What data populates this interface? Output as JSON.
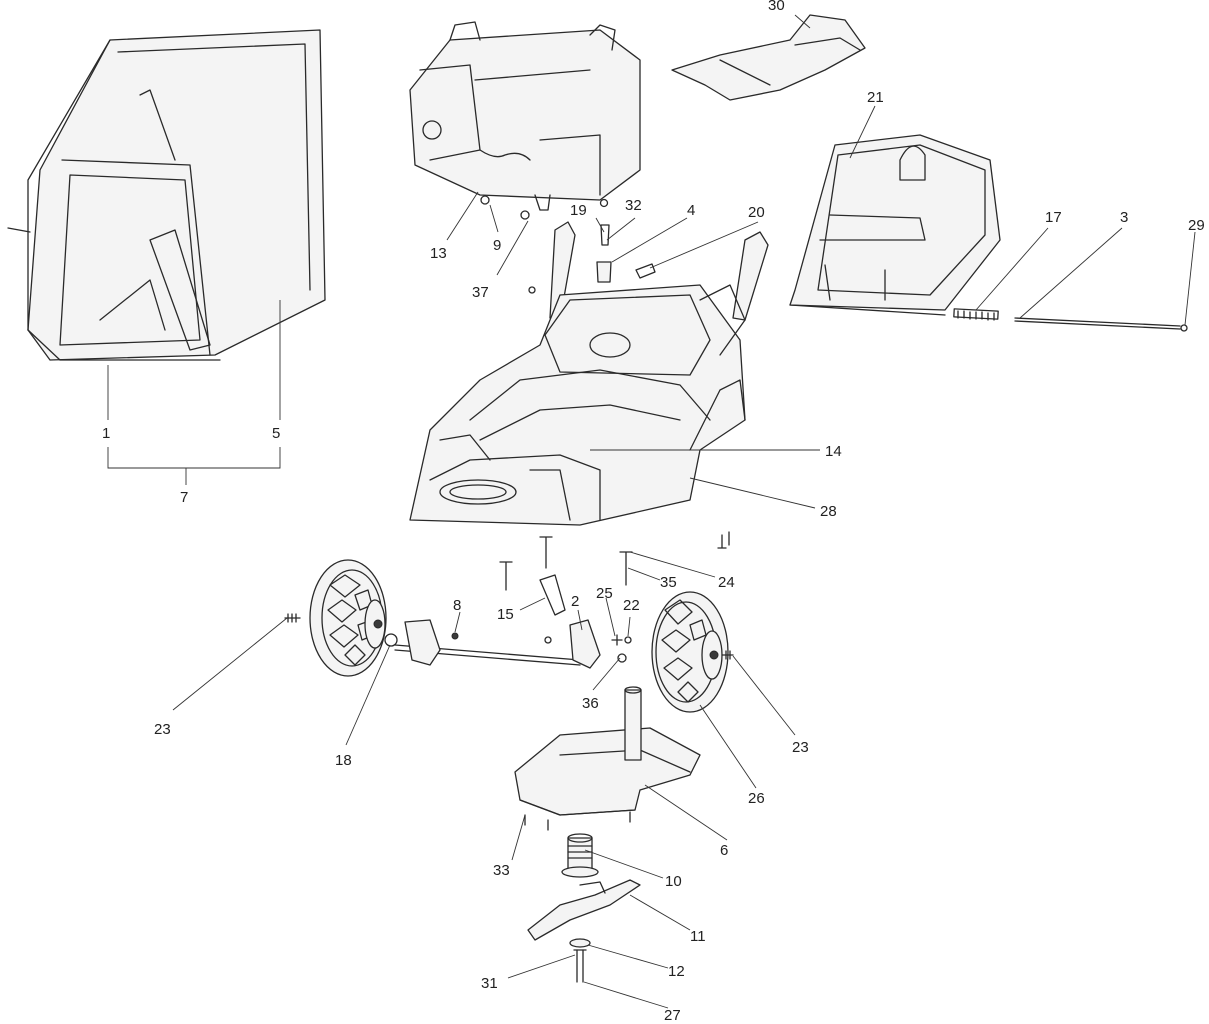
{
  "callouts": {
    "c1": "1",
    "c2": "2",
    "c3": "3",
    "c4": "4",
    "c5": "5",
    "c6": "6",
    "c7": "7",
    "c8": "8",
    "c9": "9",
    "c10": "10",
    "c11": "11",
    "c12": "12",
    "c13": "13",
    "c14": "14",
    "c15": "15",
    "c17": "17",
    "c18": "18",
    "c19": "19",
    "c20": "20",
    "c21": "21",
    "c22": "22",
    "c23a": "23",
    "c23b": "23",
    "c24": "24",
    "c25": "25",
    "c26": "26",
    "c27": "27",
    "c28": "28",
    "c29": "29",
    "c30": "30",
    "c31": "31",
    "c32": "32",
    "c33": "33",
    "c35": "35",
    "c36": "36",
    "c37": "37"
  },
  "colors": {
    "line": "#2a2a2a",
    "background": "#ffffff"
  }
}
